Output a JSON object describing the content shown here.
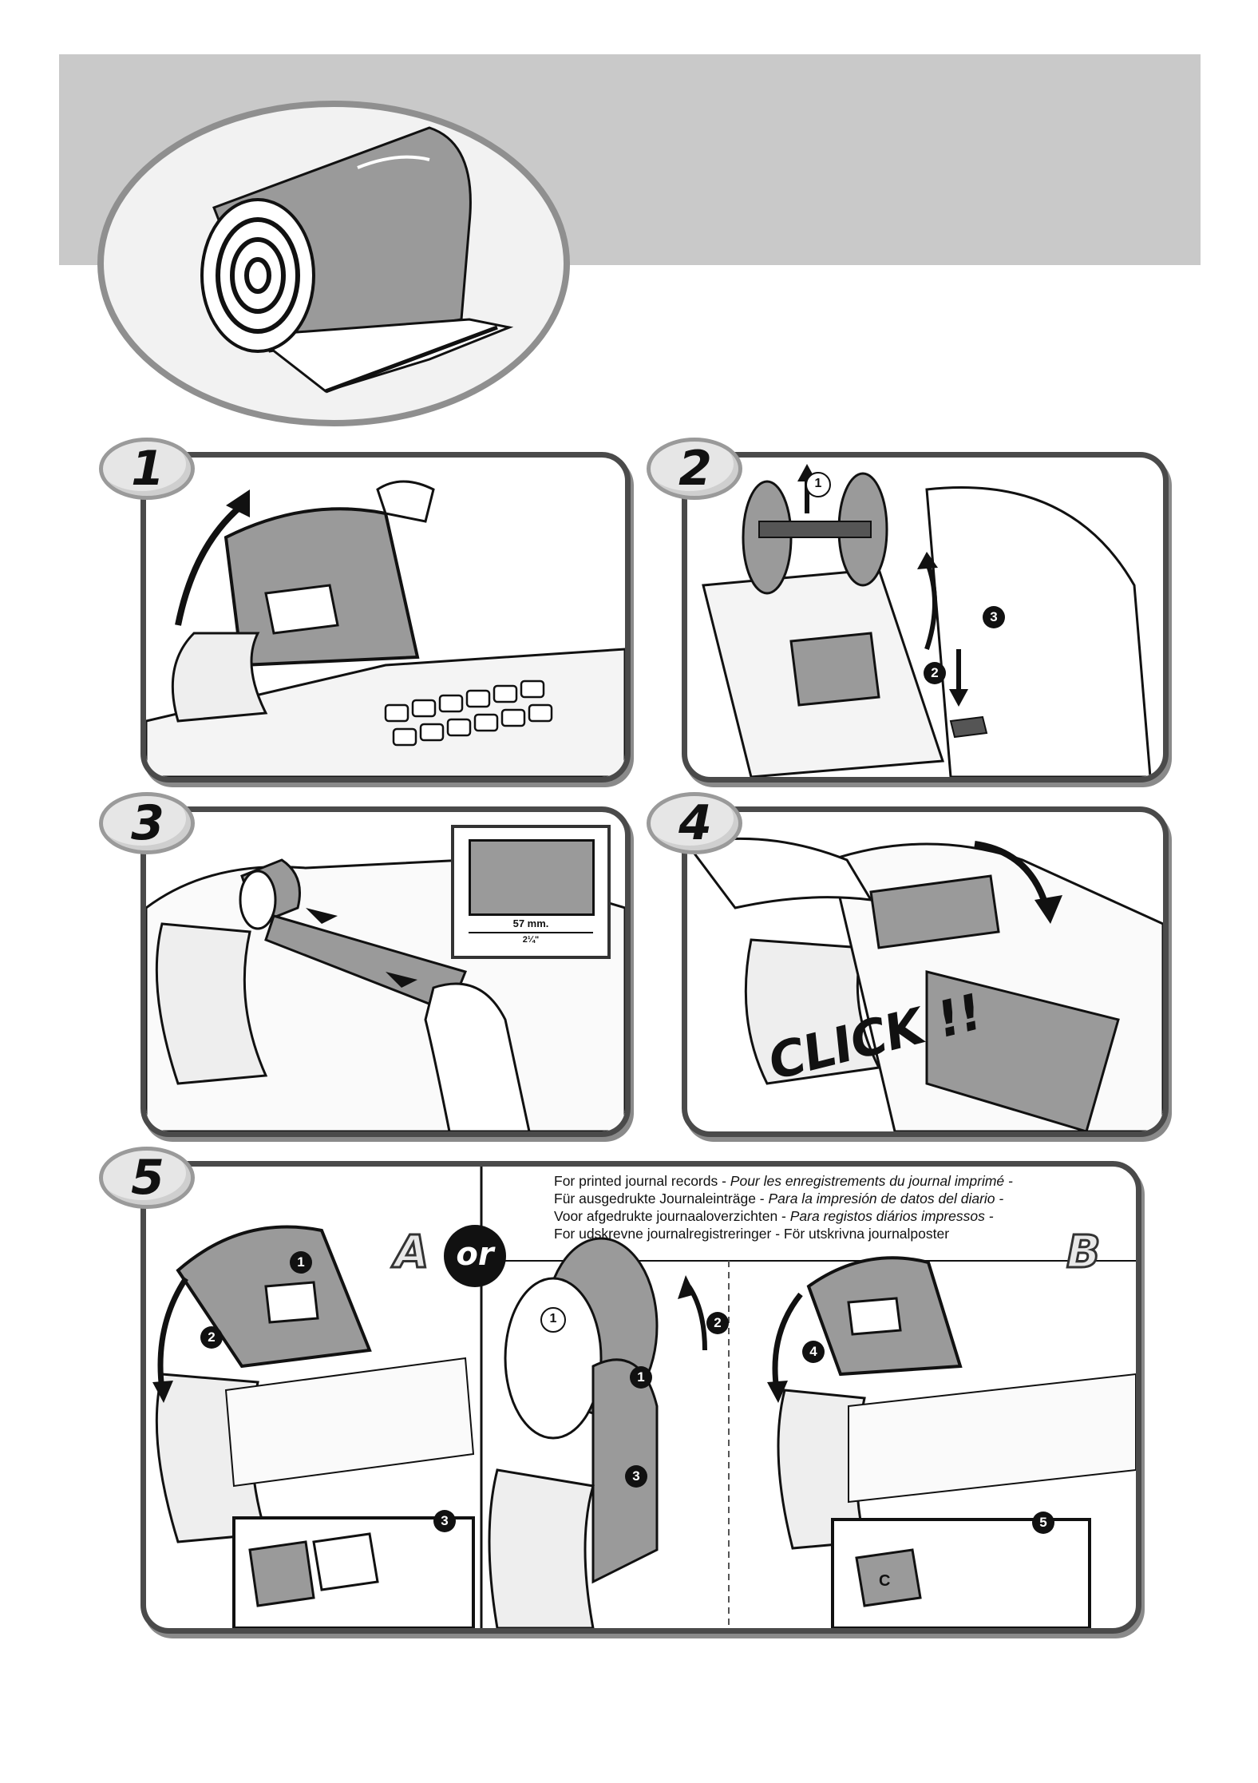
{
  "steps": {
    "s1": "1",
    "s2": "2",
    "s3": "3",
    "s4": "4",
    "s5": "5"
  },
  "step3": {
    "width_mm": "57 mm.",
    "width_in": "2¼\""
  },
  "step4": {
    "click_text": "CLICK !!"
  },
  "step5": {
    "option_a": "A",
    "option_or": "or",
    "option_b": "B",
    "key_c": "C",
    "note_lines": [
      {
        "plain": "For printed journal records - ",
        "italic": "Pour les enregistrements du journal imprimé -"
      },
      {
        "plain": "Für ausgedrukte Journaleinträge - ",
        "italic": "Para la impresión de datos del diario -"
      },
      {
        "plain": "Voor afgedrukte journaaloverzichten - ",
        "italic": "Para registos diários impressos -"
      },
      {
        "plain": "For udskrevne journalregistreringer - För utskrivna journalposter",
        "italic": ""
      }
    ]
  },
  "callouts": {
    "c1": "1",
    "c2": "2",
    "c3": "3",
    "c4": "4",
    "c5": "5"
  },
  "colors": {
    "band": "#c9c9c9",
    "paper": "#9a9a9a",
    "outline": "#111111"
  }
}
